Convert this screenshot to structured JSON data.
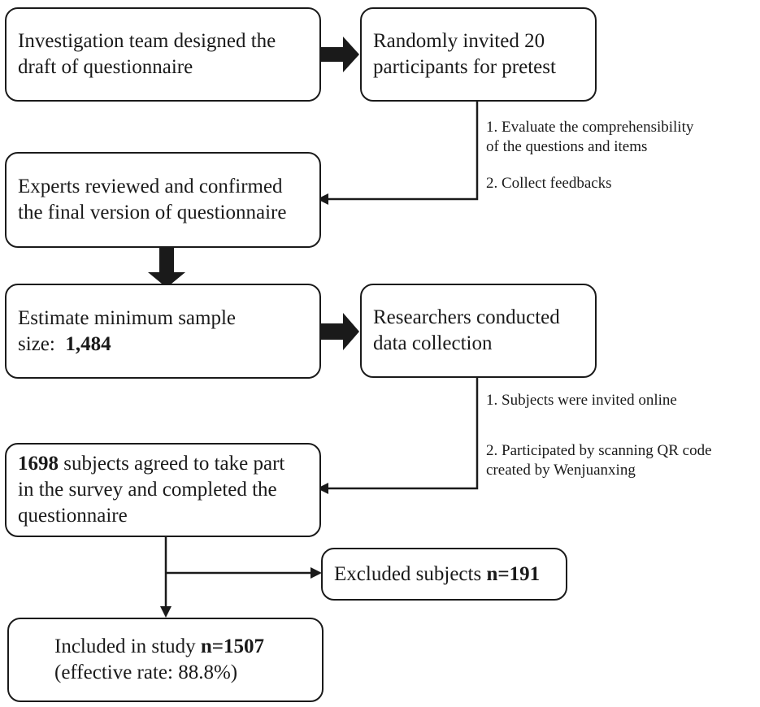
{
  "nodes": {
    "design_draft": {
      "line1": "Investigation team designed the",
      "line2": "draft of questionnaire"
    },
    "pretest": {
      "line1": "Randomly  invited  20",
      "line2": "participants for pretest"
    },
    "expert_review": {
      "line1": "Experts reviewed and confirmed",
      "line2": "the final version of questionnaire"
    },
    "sample_size": {
      "line1": "Estimate minimum sample",
      "line2_prefix": "size:  ",
      "line2_value": "1,484"
    },
    "data_collection": {
      "line1": "Researchers conducted",
      "line2": "data collection"
    },
    "agreed": {
      "count": "1698",
      "line1_suffix": " subjects agreed to take part",
      "line2": "in the survey and completed the",
      "line3": "questionnaire"
    },
    "excluded": {
      "label": "Excluded subjects ",
      "value": "n=191"
    },
    "included": {
      "label": "Included in study ",
      "value": "n=1507",
      "line2": "(effective rate: 88.8%)"
    }
  },
  "notes": {
    "pretest_steps": {
      "step1_line1": "1. Evaluate the comprehensibility",
      "step1_line2": "of the questions and items",
      "step2": "2. Collect feedbacks"
    },
    "collection_steps": {
      "step1": "1. Subjects were invited online",
      "step2_line1": "2. Participated by scanning QR code",
      "step2_line2": "created by Wenjuanxing"
    }
  }
}
